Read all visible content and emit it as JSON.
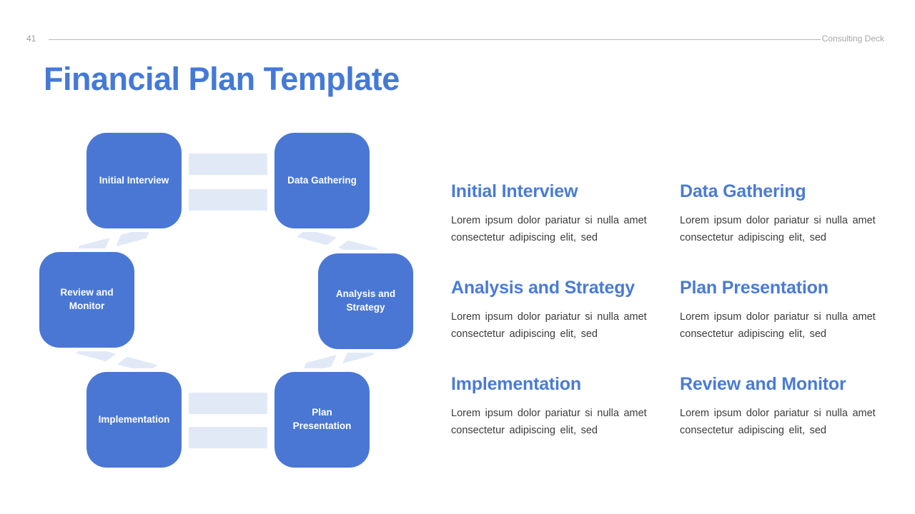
{
  "page": {
    "number": "41",
    "brand": "Consulting Deck",
    "title": "Financial Plan Template"
  },
  "colors": {
    "accent_blue": "#4a77d4",
    "heading_blue": "#4a7bd5",
    "connector_light": "#e2e9f6",
    "muted_gray": "#a6a6a6",
    "body_text": "#3b3b3b"
  },
  "diagram": {
    "boxes": [
      {
        "label": "Initial Interview"
      },
      {
        "label": "Data Gathering"
      },
      {
        "label": "Review and Monitor"
      },
      {
        "label": "Analysis and Strategy"
      },
      {
        "label": "Implementation"
      },
      {
        "label": "Plan Presentation"
      }
    ]
  },
  "sections": [
    {
      "title": "Initial Interview",
      "body_line1": "Lorem ipsum dolor pariatur si nulla amet",
      "body_line2": "consectetur adipiscing elit, sed"
    },
    {
      "title": "Data Gathering",
      "body_line1": "Lorem ipsum dolor pariatur si nulla amet",
      "body_line2": "consectetur adipiscing elit, sed"
    },
    {
      "title": "Analysis and Strategy",
      "body_line1": "Lorem ipsum dolor pariatur si nulla amet",
      "body_line2": "consectetur adipiscing elit, sed"
    },
    {
      "title": "Plan Presentation",
      "body_line1": "Lorem ipsum dolor pariatur si nulla amet",
      "body_line2": "consectetur adipiscing elit, sed"
    },
    {
      "title": "Implementation",
      "body_line1": "Lorem ipsum dolor pariatur si nulla amet",
      "body_line2": "consectetur adipiscing elit, sed"
    },
    {
      "title": "Review and Monitor",
      "body_line1": "Lorem ipsum dolor pariatur si nulla amet",
      "body_line2": "consectetur adipiscing elit, sed"
    }
  ]
}
